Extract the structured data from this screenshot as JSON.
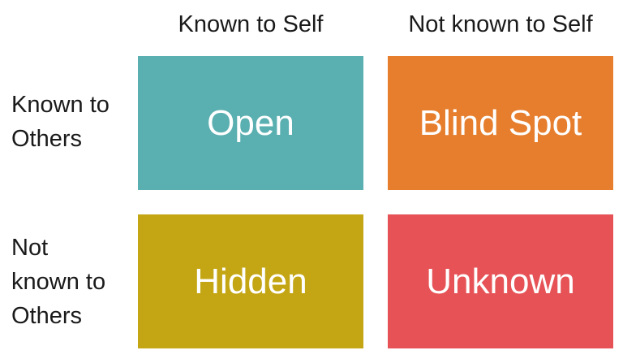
{
  "columns": [
    "Known to Self",
    "Not known to Self"
  ],
  "rows": [
    "Known to\nOthers",
    "Not\nknown to\nOthers"
  ],
  "quadrants": [
    {
      "label": "Open",
      "color": "#5aafb0"
    },
    {
      "label": "Blind Spot",
      "color": "#e67e2e"
    },
    {
      "label": "Hidden",
      "color": "#c4a614"
    },
    {
      "label": "Unknown",
      "color": "#e65256"
    }
  ]
}
